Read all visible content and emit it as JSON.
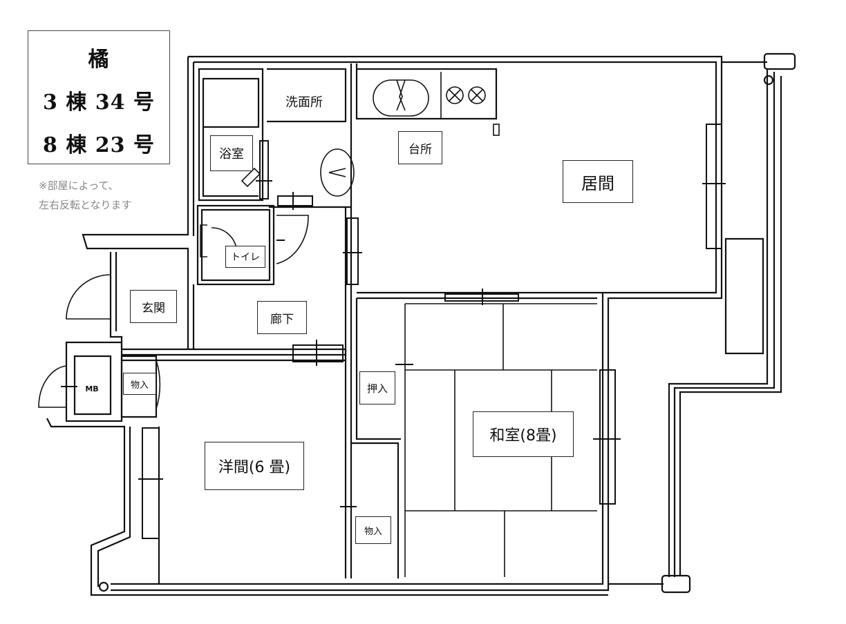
{
  "title": {
    "name": "橘",
    "building_1": "3 棟 34 号",
    "building_2": "8 棟 23 号"
  },
  "note": {
    "line1": "※部屋によって、",
    "line2": "左右反転となります"
  },
  "rooms": {
    "bath": "浴室",
    "washroom": "洗面所",
    "kitchen": "台所",
    "living": "居間",
    "toilet": "トイレ",
    "entrance": "玄関",
    "hallway": "廊下",
    "mb": "MB",
    "storage_entry": "物入",
    "closet": "押入",
    "japanese_room": "和室(8畳)",
    "western_room": "洋間(6 畳)",
    "storage_western": "物入"
  }
}
